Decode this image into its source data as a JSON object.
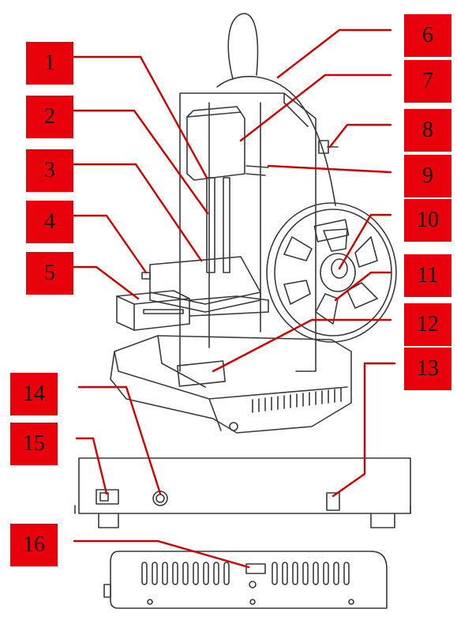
{
  "colors": {
    "label_fill": "#e8000b",
    "leader_line": "#cc0000",
    "drawing_stroke": "#3a3a3a"
  },
  "callouts": [
    {
      "number": "1"
    },
    {
      "number": "2"
    },
    {
      "number": "3"
    },
    {
      "number": "4"
    },
    {
      "number": "5"
    },
    {
      "number": "6"
    },
    {
      "number": "7"
    },
    {
      "number": "8"
    },
    {
      "number": "9"
    },
    {
      "number": "10"
    },
    {
      "number": "11"
    },
    {
      "number": "12"
    },
    {
      "number": "13"
    },
    {
      "number": "14"
    },
    {
      "number": "15"
    },
    {
      "number": "16"
    }
  ]
}
